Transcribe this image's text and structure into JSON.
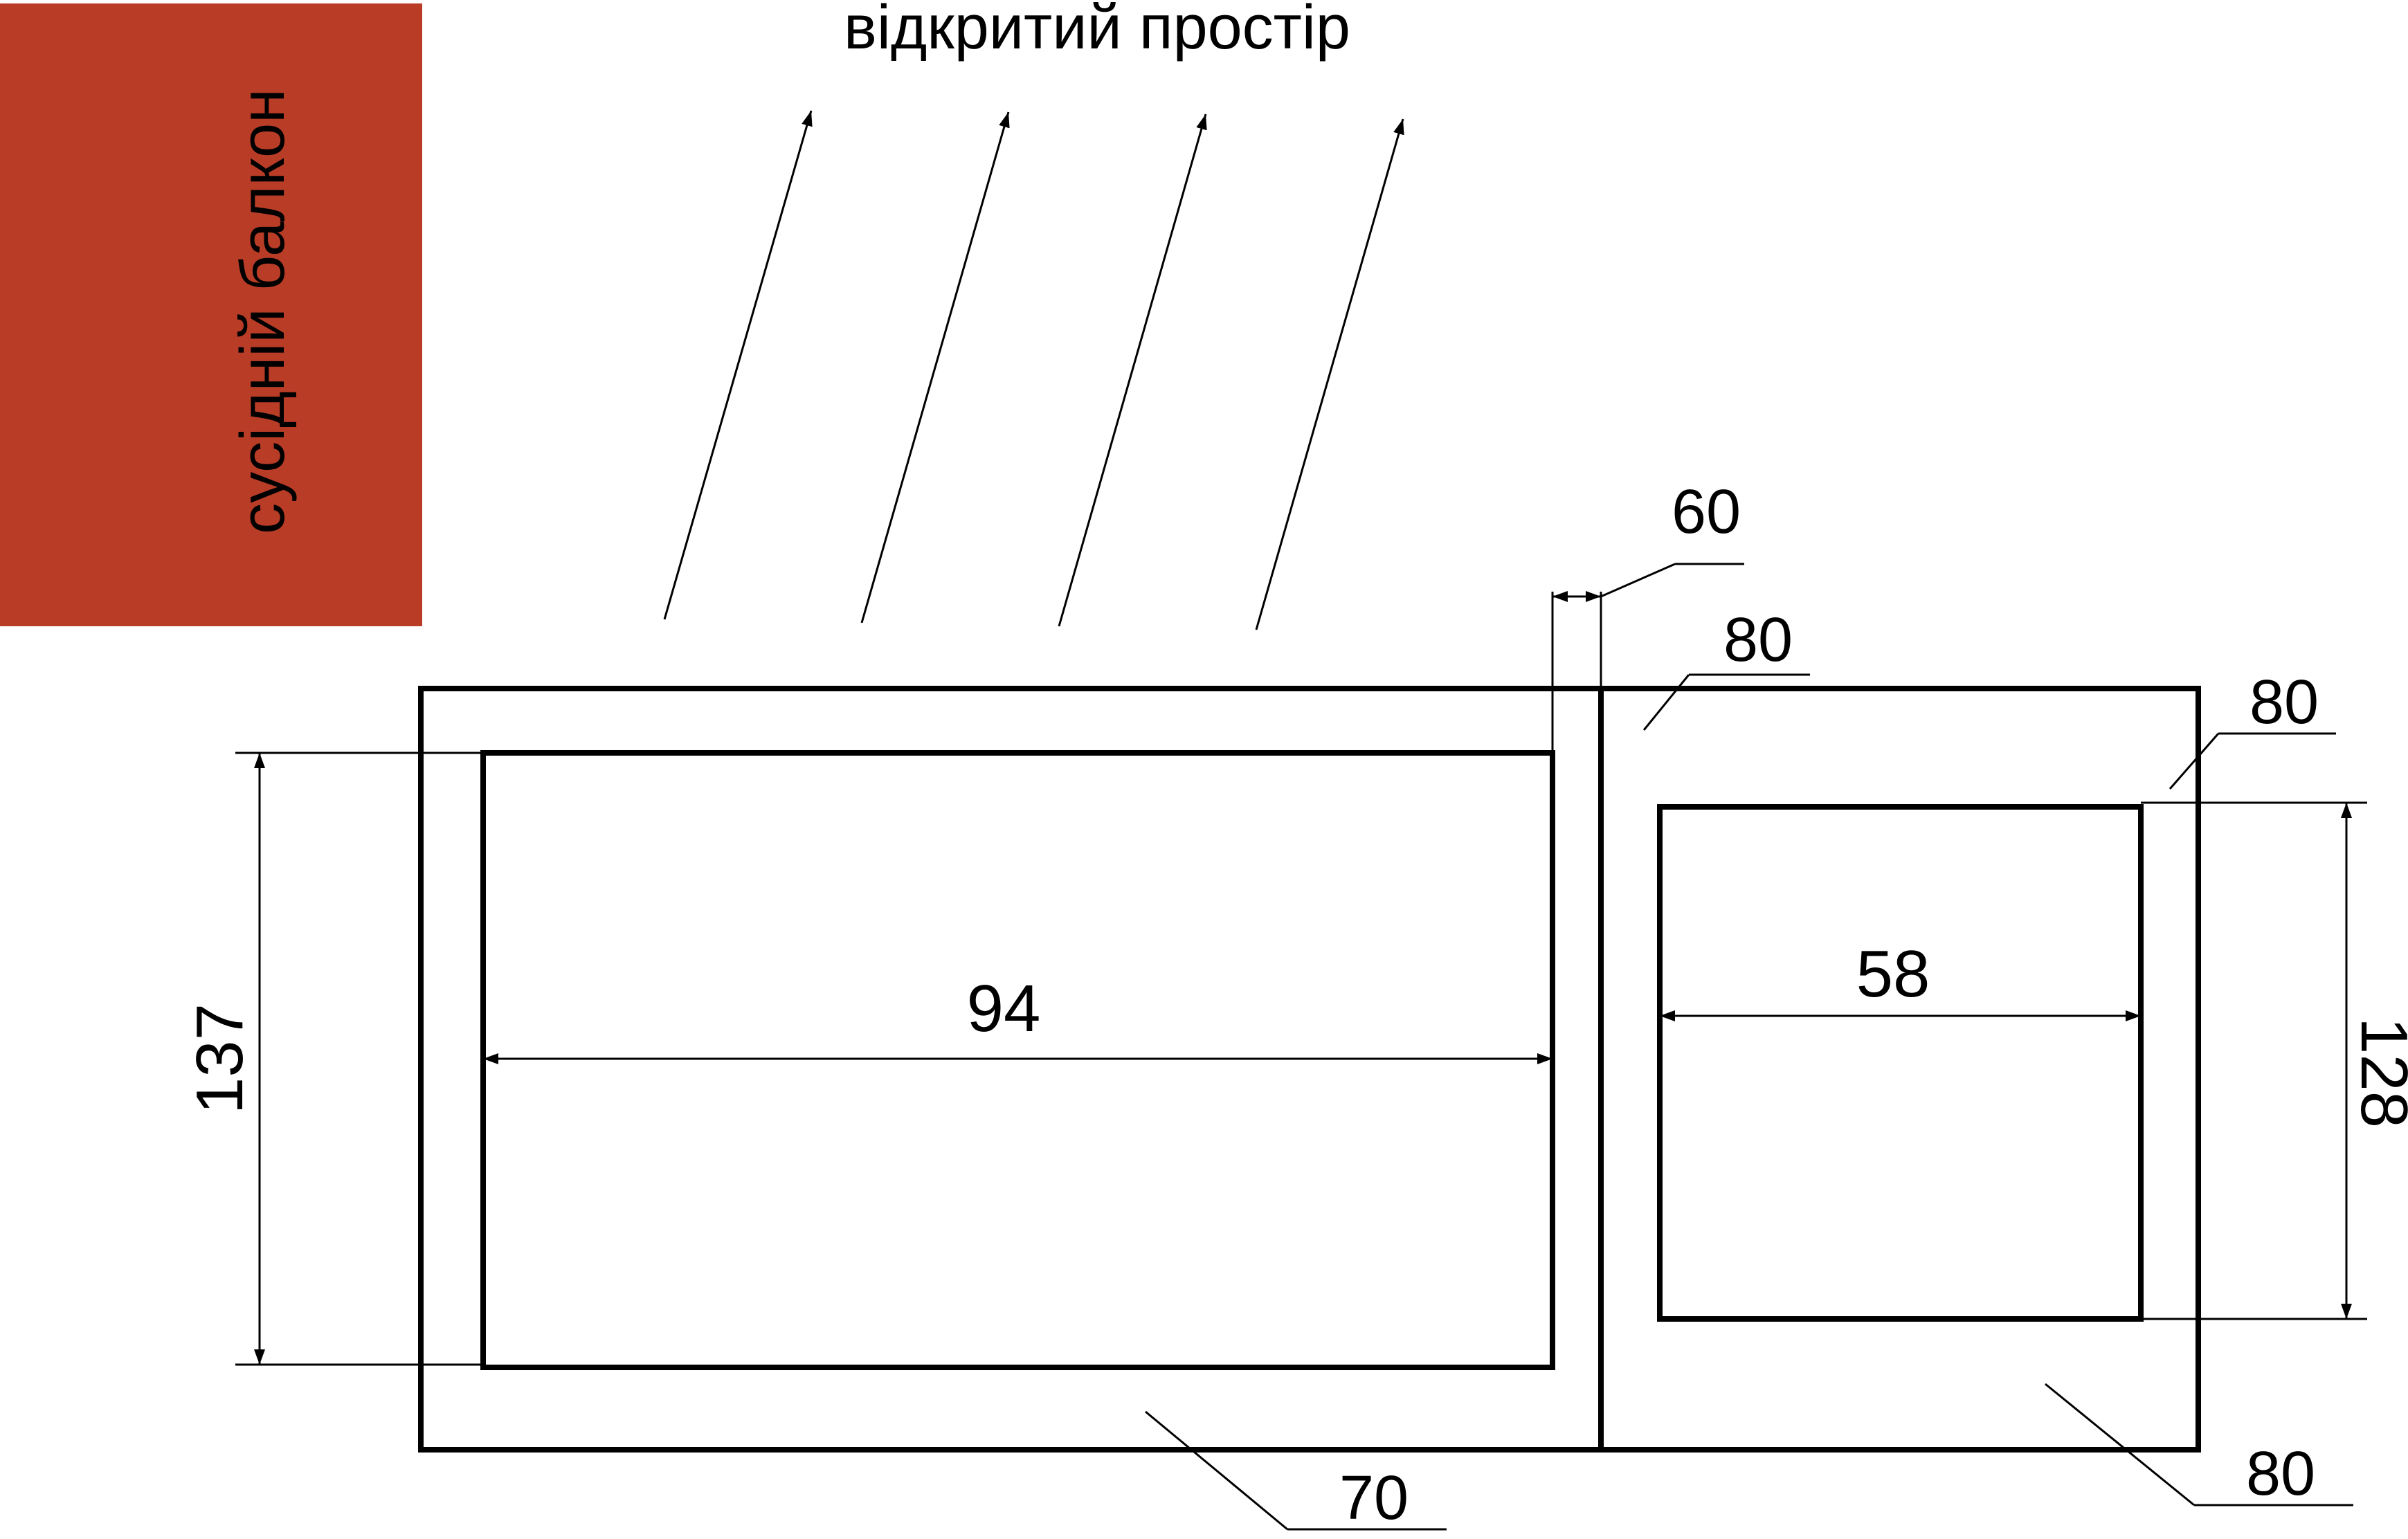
{
  "title": "відкритий простір",
  "neighbor_balcony": {
    "label": "сусідній балкон",
    "color": "#b83c26"
  },
  "colors": {
    "line": "#000000",
    "background": "#ffffff"
  },
  "dimensions": {
    "gap_top": "60",
    "left_inner_width": "94",
    "left_inner_height": "137",
    "left_bottom_margin": "70",
    "right_top_margin": "80",
    "right_right_margin": "80",
    "right_inner_width": "58",
    "right_inner_height": "128",
    "right_bottom_margin": "80"
  }
}
